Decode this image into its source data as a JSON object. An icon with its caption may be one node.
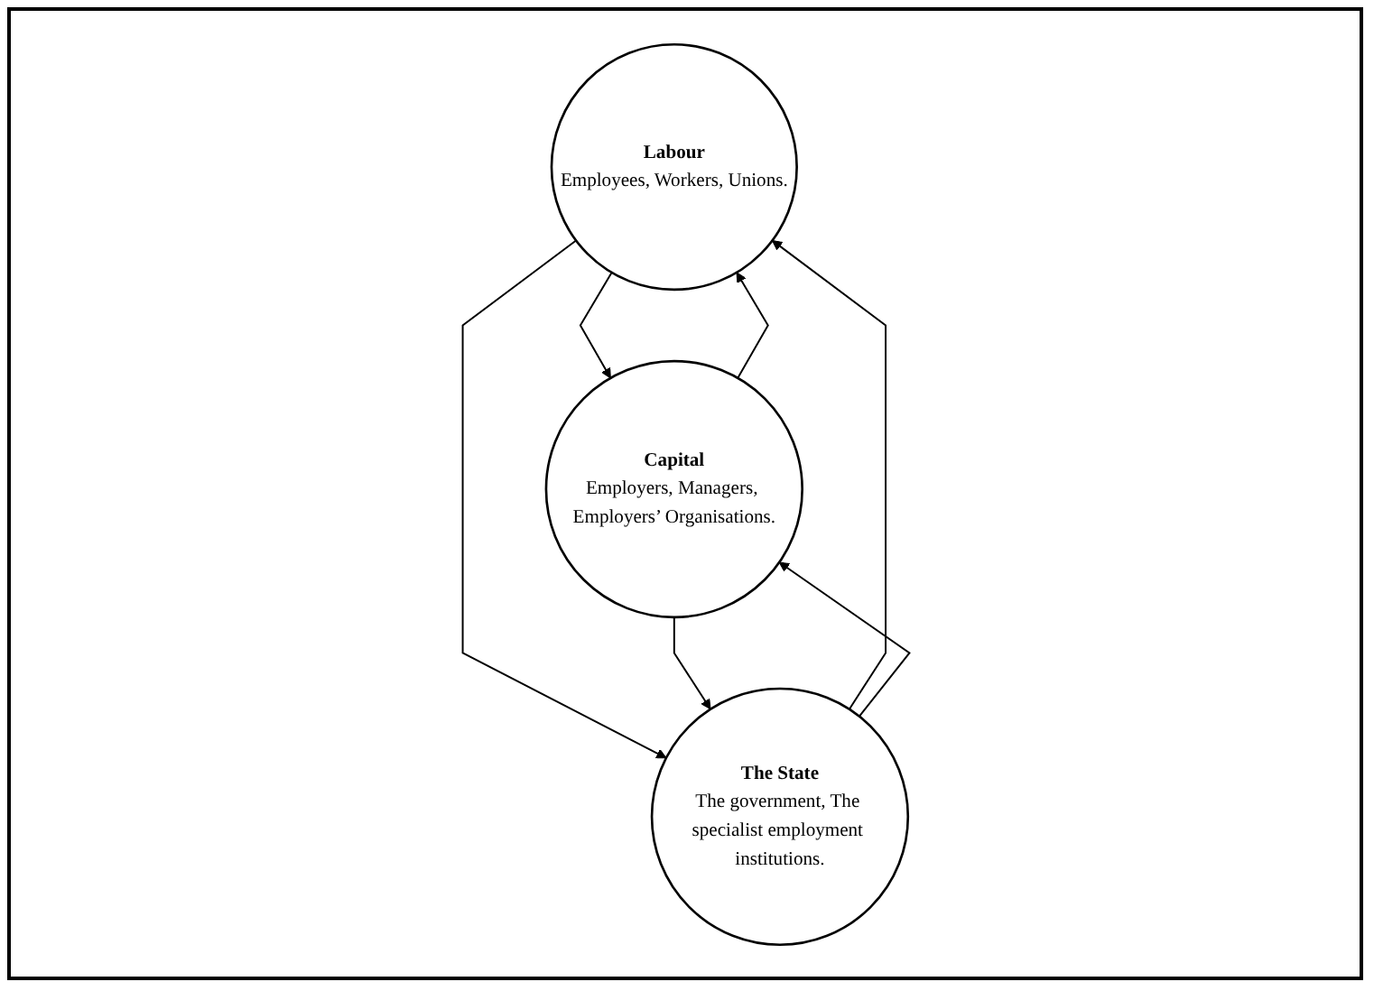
{
  "diagram": {
    "nodes": [
      {
        "text": [
          "Labour",
          "Employees, Workers, Unions."
        ]
      },
      {
        "text": [
          "Capital",
          "Employers, Managers, Employers’ Organisations."
        ]
      },
      {
        "text": [
          "The State",
          "The government, The specialist employment institutions."
        ]
      }
    ],
    "edges": [
      {
        "from": 0,
        "to": 1,
        "arrow": "to"
      },
      {
        "from": 1,
        "to": 0,
        "arrow": "to"
      },
      {
        "from": 0,
        "to": 2,
        "arrow": "to"
      },
      {
        "from": 2,
        "to": 0,
        "arrow": "to"
      },
      {
        "from": 2,
        "to": 1,
        "arrow": "to"
      },
      {
        "from": 1,
        "to": 2,
        "arrow": "to"
      }
    ]
  }
}
